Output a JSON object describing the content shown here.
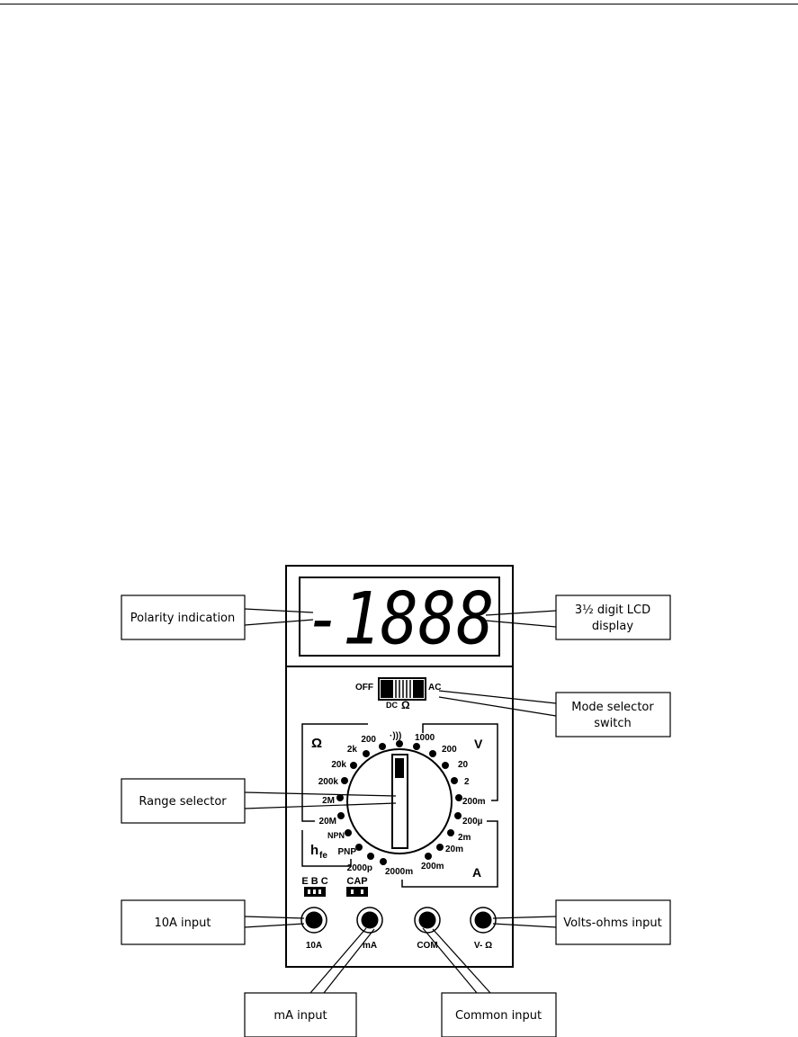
{
  "callouts": {
    "polarity": "Polarity indication",
    "lcd_line1": "3½ digit LCD",
    "lcd_line2": "display",
    "mode_line1": "Mode selector",
    "mode_line2": "switch",
    "range": "Range selector",
    "input_10a": "10A input",
    "volts_ohms": "Volts-ohms input",
    "ma": "mA input",
    "common": "Common input"
  },
  "meter": {
    "lcd_reading": "-1888",
    "switch": {
      "off": "OFF",
      "ac": "AC",
      "dc": "DC",
      "ohm_symbol": "Ω"
    },
    "ohm_group": {
      "symbol": "Ω",
      "ranges": [
        "200",
        "2k",
        "20k",
        "200k",
        "2M",
        "20M"
      ]
    },
    "volt_group": {
      "symbol": "V",
      "ranges": [
        "1000",
        "200",
        "20",
        "2",
        "200m"
      ]
    },
    "amp_group": {
      "symbol": "A",
      "ranges": [
        "200µ",
        "2m",
        "20m",
        "200m",
        "2000m"
      ]
    },
    "continuity_symbol": "·)))",
    "hfe_group": {
      "symbol_main": "h",
      "symbol_sub": "fe",
      "npn": "NPN",
      "pnp": "PNP"
    },
    "cap_range": "2000p",
    "sockets": {
      "ebc": "E B C",
      "cap": "CAP"
    },
    "jacks": [
      "10A",
      "mA",
      "COM",
      "V- Ω"
    ]
  }
}
